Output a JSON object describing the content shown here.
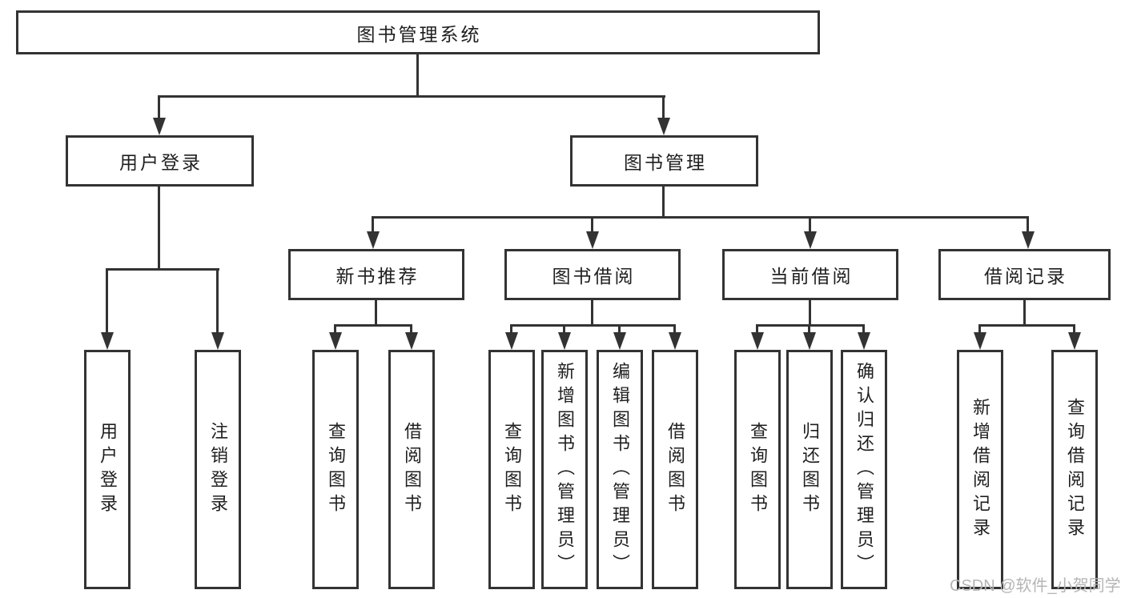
{
  "colors": {
    "line": "#333333",
    "box_border": "#333333",
    "box_fill": "#ffffff",
    "text": "#1f1f1f",
    "watermark_text": "#b5b5b5",
    "background": "#ffffff"
  },
  "diagram": {
    "root": {
      "label": "图书管理系统"
    },
    "level2": [
      {
        "id": "user-login",
        "label": "用户登录"
      },
      {
        "id": "book-management",
        "label": "图书管理"
      }
    ],
    "level3": [
      {
        "id": "new-book-recommend",
        "label": "新书推荐",
        "parent": "book-management"
      },
      {
        "id": "book-borrow",
        "label": "图书借阅",
        "parent": "book-management"
      },
      {
        "id": "current-borrow",
        "label": "当前借阅",
        "parent": "book-management"
      },
      {
        "id": "borrow-records",
        "label": "借阅记录",
        "parent": "book-management"
      }
    ],
    "leaves": [
      {
        "label": "用户登录",
        "parent": "user-login"
      },
      {
        "label": "注销登录",
        "parent": "user-login"
      },
      {
        "label": "查询图书",
        "parent": "new-book-recommend"
      },
      {
        "label": "借阅图书",
        "parent": "new-book-recommend"
      },
      {
        "label": "查询图书",
        "parent": "book-borrow"
      },
      {
        "label": "新增图书（管理员）",
        "parent": "book-borrow"
      },
      {
        "label": "编辑图书（管理员）",
        "parent": "book-borrow"
      },
      {
        "label": "借阅图书",
        "parent": "book-borrow"
      },
      {
        "label": "查询图书",
        "parent": "current-borrow"
      },
      {
        "label": "归还图书",
        "parent": "current-borrow"
      },
      {
        "label": "确认归还（管理员）",
        "parent": "current-borrow"
      },
      {
        "label": "新增借阅记录",
        "parent": "borrow-records"
      },
      {
        "label": "查询借阅记录",
        "parent": "borrow-records"
      }
    ]
  },
  "watermark": {
    "text": "CSDN @软件_小贺同学"
  }
}
